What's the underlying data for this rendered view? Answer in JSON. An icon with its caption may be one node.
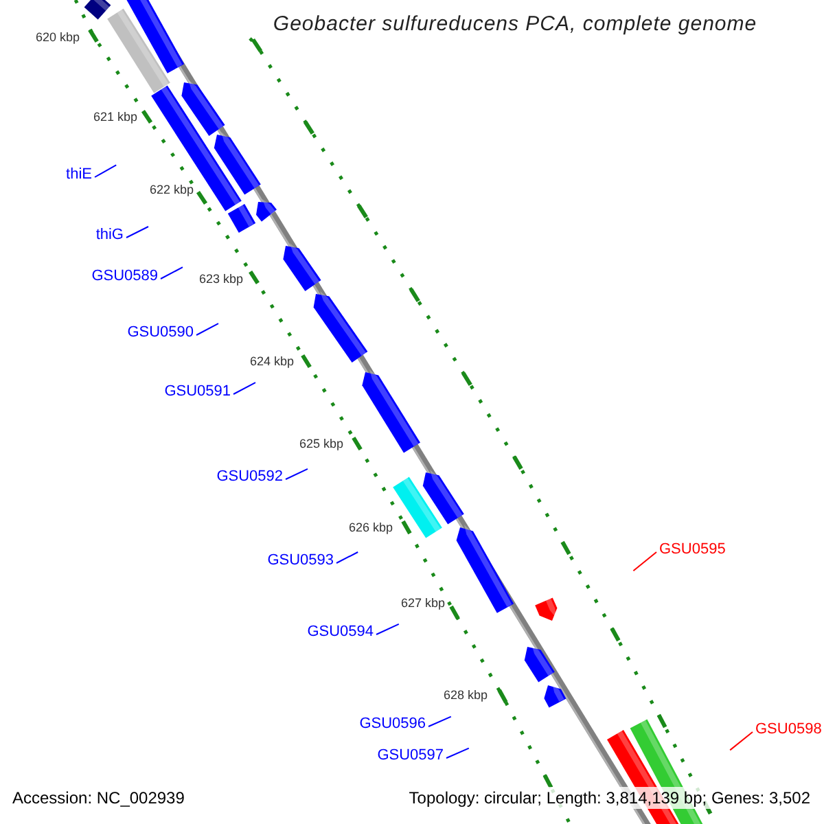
{
  "diagram": {
    "title": "Geobacter sulfureducens PCA, complete genome",
    "nodes": [
      {
        "text": [
          "thiE"
        ]
      },
      {
        "text": [
          "thiG"
        ]
      },
      {
        "text": [
          "GSU0589"
        ]
      },
      {
        "text": [
          "GSU0590"
        ]
      },
      {
        "text": [
          "GSU0591"
        ]
      },
      {
        "text": [
          "GSU0592"
        ]
      },
      {
        "text": [
          "GSU0593"
        ]
      },
      {
        "text": [
          "GSU0594"
        ]
      },
      {
        "text": [
          "GSU0595"
        ]
      },
      {
        "text": [
          "GSU0596"
        ]
      },
      {
        "text": [
          "GSU0597"
        ]
      },
      {
        "text": [
          "GSU0598"
        ]
      }
    ],
    "edges": [
      {
        "from": 0,
        "to": null,
        "arrow": "none"
      },
      {
        "from": 1,
        "to": null,
        "arrow": "none"
      },
      {
        "from": 2,
        "to": null,
        "arrow": "none"
      },
      {
        "from": 3,
        "to": null,
        "arrow": "none"
      },
      {
        "from": 4,
        "to": null,
        "arrow": "none"
      },
      {
        "from": 5,
        "to": null,
        "arrow": "none"
      },
      {
        "from": 6,
        "to": null,
        "arrow": "none"
      },
      {
        "from": 7,
        "to": null,
        "arrow": "none"
      },
      {
        "from": 8,
        "to": null,
        "arrow": "none",
        "color": "#ff0000"
      },
      {
        "from": 9,
        "to": null,
        "arrow": "none"
      },
      {
        "from": 10,
        "to": null,
        "arrow": "none"
      },
      {
        "from": 11,
        "to": null,
        "arrow": "none",
        "color": "#ff0000"
      }
    ],
    "labels": [
      "620 kbp",
      "621 kbp",
      "622 kbp",
      "623 kbp",
      "624 kbp",
      "625 kbp",
      "626 kbp",
      "627 kbp",
      "628 kbp",
      "Accession: NC_002939",
      "Topology: circular; Length: 3,814,139 bp; Genes: 3,502"
    ]
  }
}
